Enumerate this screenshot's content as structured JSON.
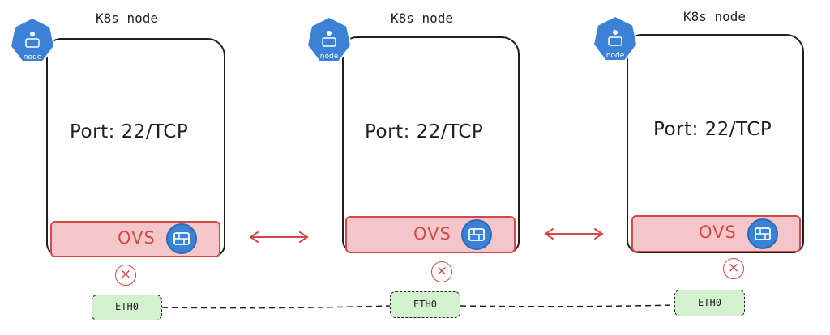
{
  "nodes": [
    {
      "title": "K8s node",
      "k8s_badge_label": "node",
      "port": "Port: 22/TCP",
      "ovs_label": "OVS",
      "firewall_icon": "firewall-icon",
      "blocked_mark": "×",
      "eth_label": "ETH0"
    },
    {
      "title": "K8s node",
      "k8s_badge_label": "node",
      "port": "Port: 22/TCP",
      "ovs_label": "OVS",
      "firewall_icon": "firewall-icon",
      "blocked_mark": "×",
      "eth_label": "ETH0"
    },
    {
      "title": "K8s node",
      "k8s_badge_label": "node",
      "port": "Port: 22/TCP",
      "ovs_label": "OVS",
      "firewall_icon": "firewall-icon",
      "blocked_mark": "×",
      "eth_label": "ETH0"
    }
  ],
  "colors": {
    "ovs_fill": "#f5c6c9",
    "ovs_stroke": "#d04a4a",
    "eth_fill": "#d3f0cf",
    "k8s_blue": "#3b82d6",
    "arrow": "#d04a4a"
  }
}
